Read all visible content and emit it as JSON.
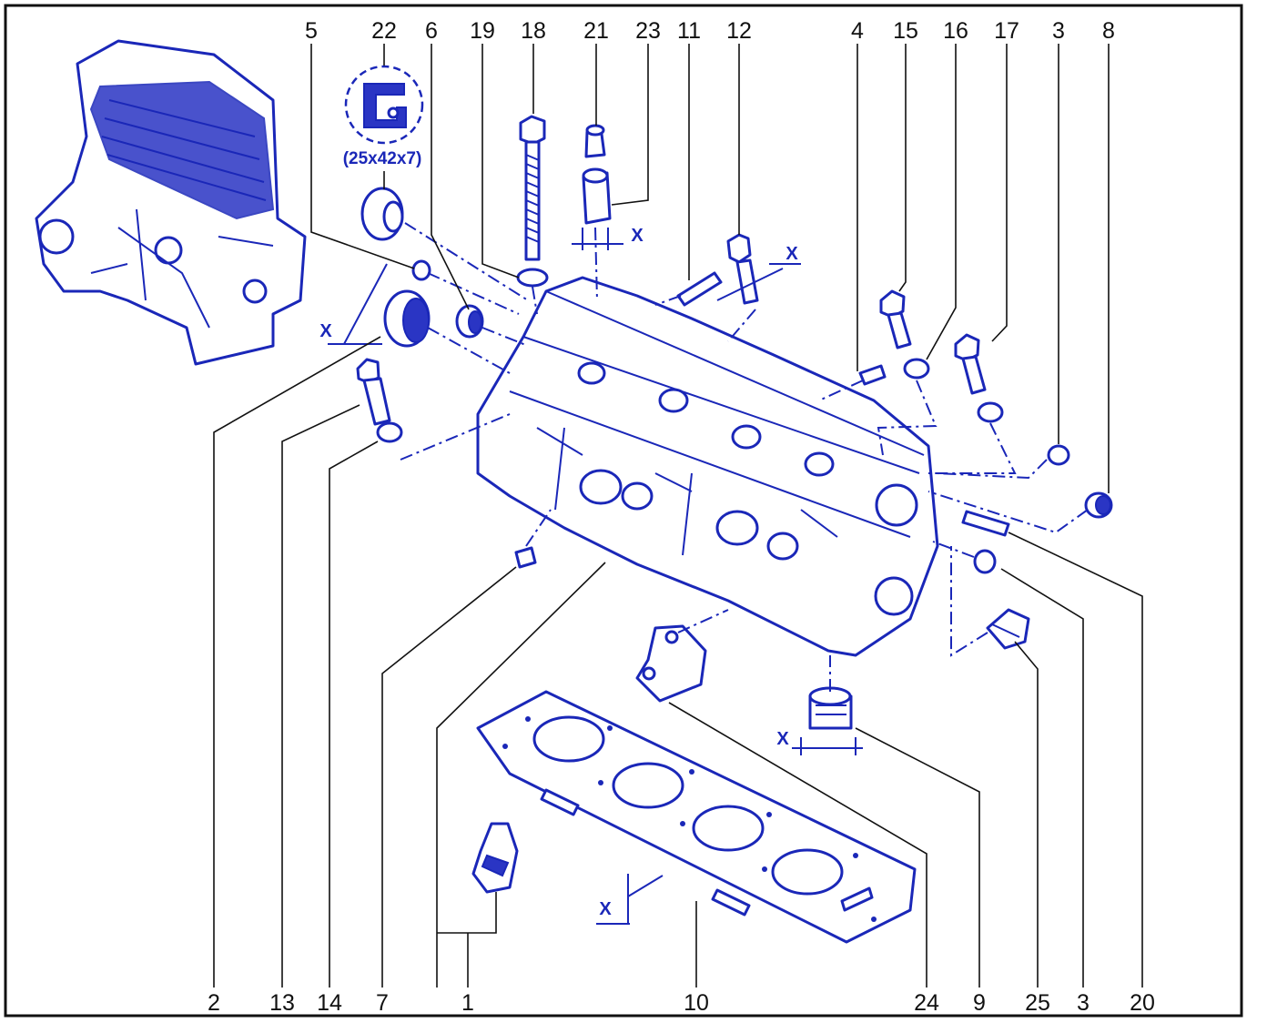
{
  "diagram": {
    "border_color": "#111111",
    "line_color": "#1a27b8",
    "top_labels": [
      "5",
      "22",
      "6",
      "19",
      "18",
      "21",
      "23",
      "11",
      "12",
      "4",
      "15",
      "16",
      "17",
      "3",
      "8"
    ],
    "bottom_labels": [
      "2",
      "13",
      "14",
      "7",
      "1",
      "10",
      "24",
      "9",
      "25",
      "3",
      "20"
    ],
    "seal_spec": "(25x42x7)",
    "x_marker": "X"
  }
}
